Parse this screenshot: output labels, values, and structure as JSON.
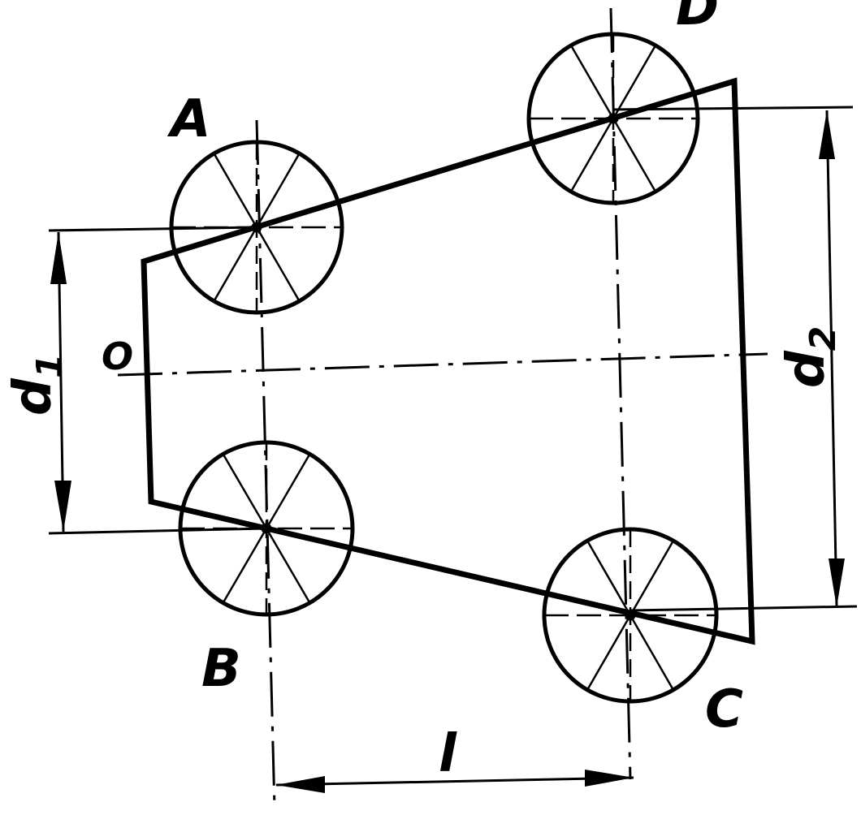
{
  "diagram": {
    "wheels": {
      "a": {
        "label": "A"
      },
      "b": {
        "label": "B"
      },
      "c": {
        "label": "C"
      },
      "d": {
        "label": "D"
      }
    },
    "origin_label": "O",
    "dimensions": {
      "d1": {
        "base": "d",
        "sub": "1"
      },
      "d2": {
        "base": "d",
        "sub": "2"
      },
      "l": {
        "label": "l"
      }
    },
    "colors": {
      "ink": "#000000",
      "paper": "#ffffff"
    }
  }
}
